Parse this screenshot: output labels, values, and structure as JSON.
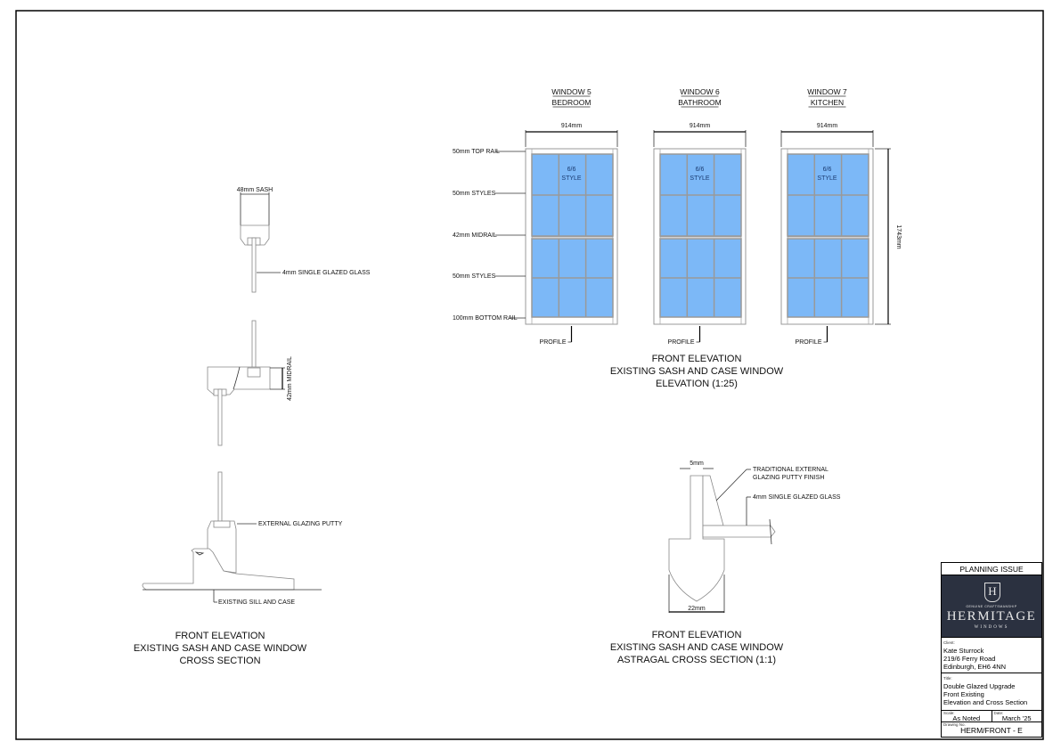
{
  "elevation": {
    "windows": [
      {
        "name": "WINDOW 5",
        "room": "BEDROOM",
        "width_label": "914mm",
        "style_label_1": "6/6",
        "style_label_2": "STYLE",
        "profile_label": "PROFILE"
      },
      {
        "name": "WINDOW 6",
        "room": "BATHROOM",
        "width_label": "914mm",
        "style_label_1": "6/6",
        "style_label_2": "STYLE",
        "profile_label": "PROFILE"
      },
      {
        "name": "WINDOW 7",
        "room": "KITCHEN",
        "width_label": "914mm",
        "style_label_1": "6/6",
        "style_label_2": "STYLE",
        "profile_label": "PROFILE"
      }
    ],
    "height_label": "1743mm",
    "callouts": [
      "50mm TOP RAIL",
      "50mm STYLES",
      "42mm MIDRAIL",
      "50mm STYLES",
      "100mm BOTTOM RAIL"
    ],
    "caption": [
      "FRONT ELEVATION",
      "EXISTING SASH AND CASE WINDOW",
      "ELEVATION (1:25)"
    ],
    "glass_color": "#7cb8f7",
    "bar_color": "#999999"
  },
  "cross_section": {
    "sash_label": "48mm SASH",
    "glass_label": "4mm SINGLE GLAZED GLASS",
    "midrail_label": "42mm MIDRAIL",
    "putty_label": "EXTERNAL GLAZING PUTTY",
    "sill_label": "EXISTING  SILL AND CASE",
    "caption": [
      "FRONT ELEVATION",
      "EXISTING SASH AND CASE WINDOW",
      "CROSS SECTION"
    ]
  },
  "astragal": {
    "top_dim": "5mm",
    "bottom_dim": "22mm",
    "putty_label_1": "TRADITIONAL EXTERNAL",
    "putty_label_2": "GLAZING PUTTY FINISH",
    "glass_label": "4mm SINGLE GLAZED GLASS",
    "caption": [
      "FRONT ELEVATION",
      "EXISTING SASH AND CASE WINDOW",
      "ASTRAGAL CROSS SECTION (1:1)"
    ]
  },
  "title_block": {
    "status": "PLANNING ISSUE",
    "logo": {
      "tagline": "GENUINE CRAFTSMANSHIP",
      "brand": "HERMITAGE",
      "sub": "WINDOWS",
      "monogram": "H"
    },
    "client_label": "Client:",
    "client": [
      "Kate Sturrock",
      "219/6 Ferry Road",
      "Edinburgh, EH6 4NN"
    ],
    "title_label": "Title:",
    "title": [
      "Double Glazed Upgrade",
      "Front Existing",
      "Elevation and Cross Section"
    ],
    "scale_label": "Scale:",
    "scale": "As Noted",
    "date_label": "Date:",
    "date": "March '25",
    "drawing_no_label": "Drawing No.",
    "drawing_no": "HERM/FRONT - E"
  }
}
